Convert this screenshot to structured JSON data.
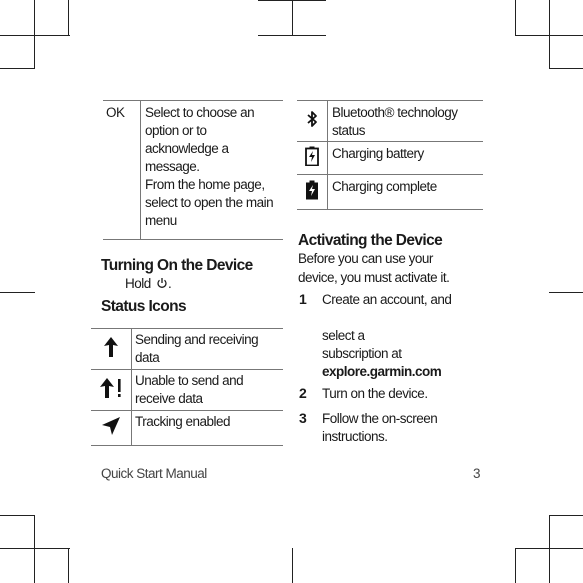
{
  "left_table": {
    "key": "OK",
    "lines": [
      "Select to choose an",
      "option or to",
      "acknowledge a",
      "message.",
      "From the home page,",
      "select to open the main",
      "menu"
    ]
  },
  "turning_on": {
    "heading": "Turning On the Device",
    "text": "Hold"
  },
  "status_icons": {
    "heading": "Status Icons",
    "rows": [
      {
        "icon": "send-receive-arrow-icon",
        "lines": [
          "Sending and receiving",
          "data"
        ]
      },
      {
        "icon": "send-error-arrow-icon",
        "lines": [
          "Unable to send and",
          "receive data"
        ]
      },
      {
        "icon": "tracking-arrow-icon",
        "lines": [
          "Tracking enabled"
        ]
      }
    ]
  },
  "right_table": {
    "rows": [
      {
        "icon": "bluetooth-icon",
        "lines": [
          "Bluetooth® technology",
          "status"
        ]
      },
      {
        "icon": "charging-battery-icon",
        "lines": [
          "Charging battery"
        ]
      },
      {
        "icon": "charging-complete-icon",
        "lines": [
          "Charging complete"
        ]
      }
    ]
  },
  "activating": {
    "heading": "Activating the Device",
    "intro_lines": [
      "Before you can use your",
      "device, you must activate it."
    ],
    "steps": [
      {
        "num": "1",
        "lines": [
          "Create an account, and"
        ],
        "extra_lines": [
          "select a",
          "subscription at"
        ],
        "link": "explore.garmin.com"
      },
      {
        "num": "2",
        "lines": [
          "Turn on the device."
        ]
      },
      {
        "num": "3",
        "lines": [
          "Follow the on-screen",
          "instructions."
        ]
      }
    ]
  },
  "footer": {
    "left": "Quick Start Manual",
    "page": "3"
  }
}
